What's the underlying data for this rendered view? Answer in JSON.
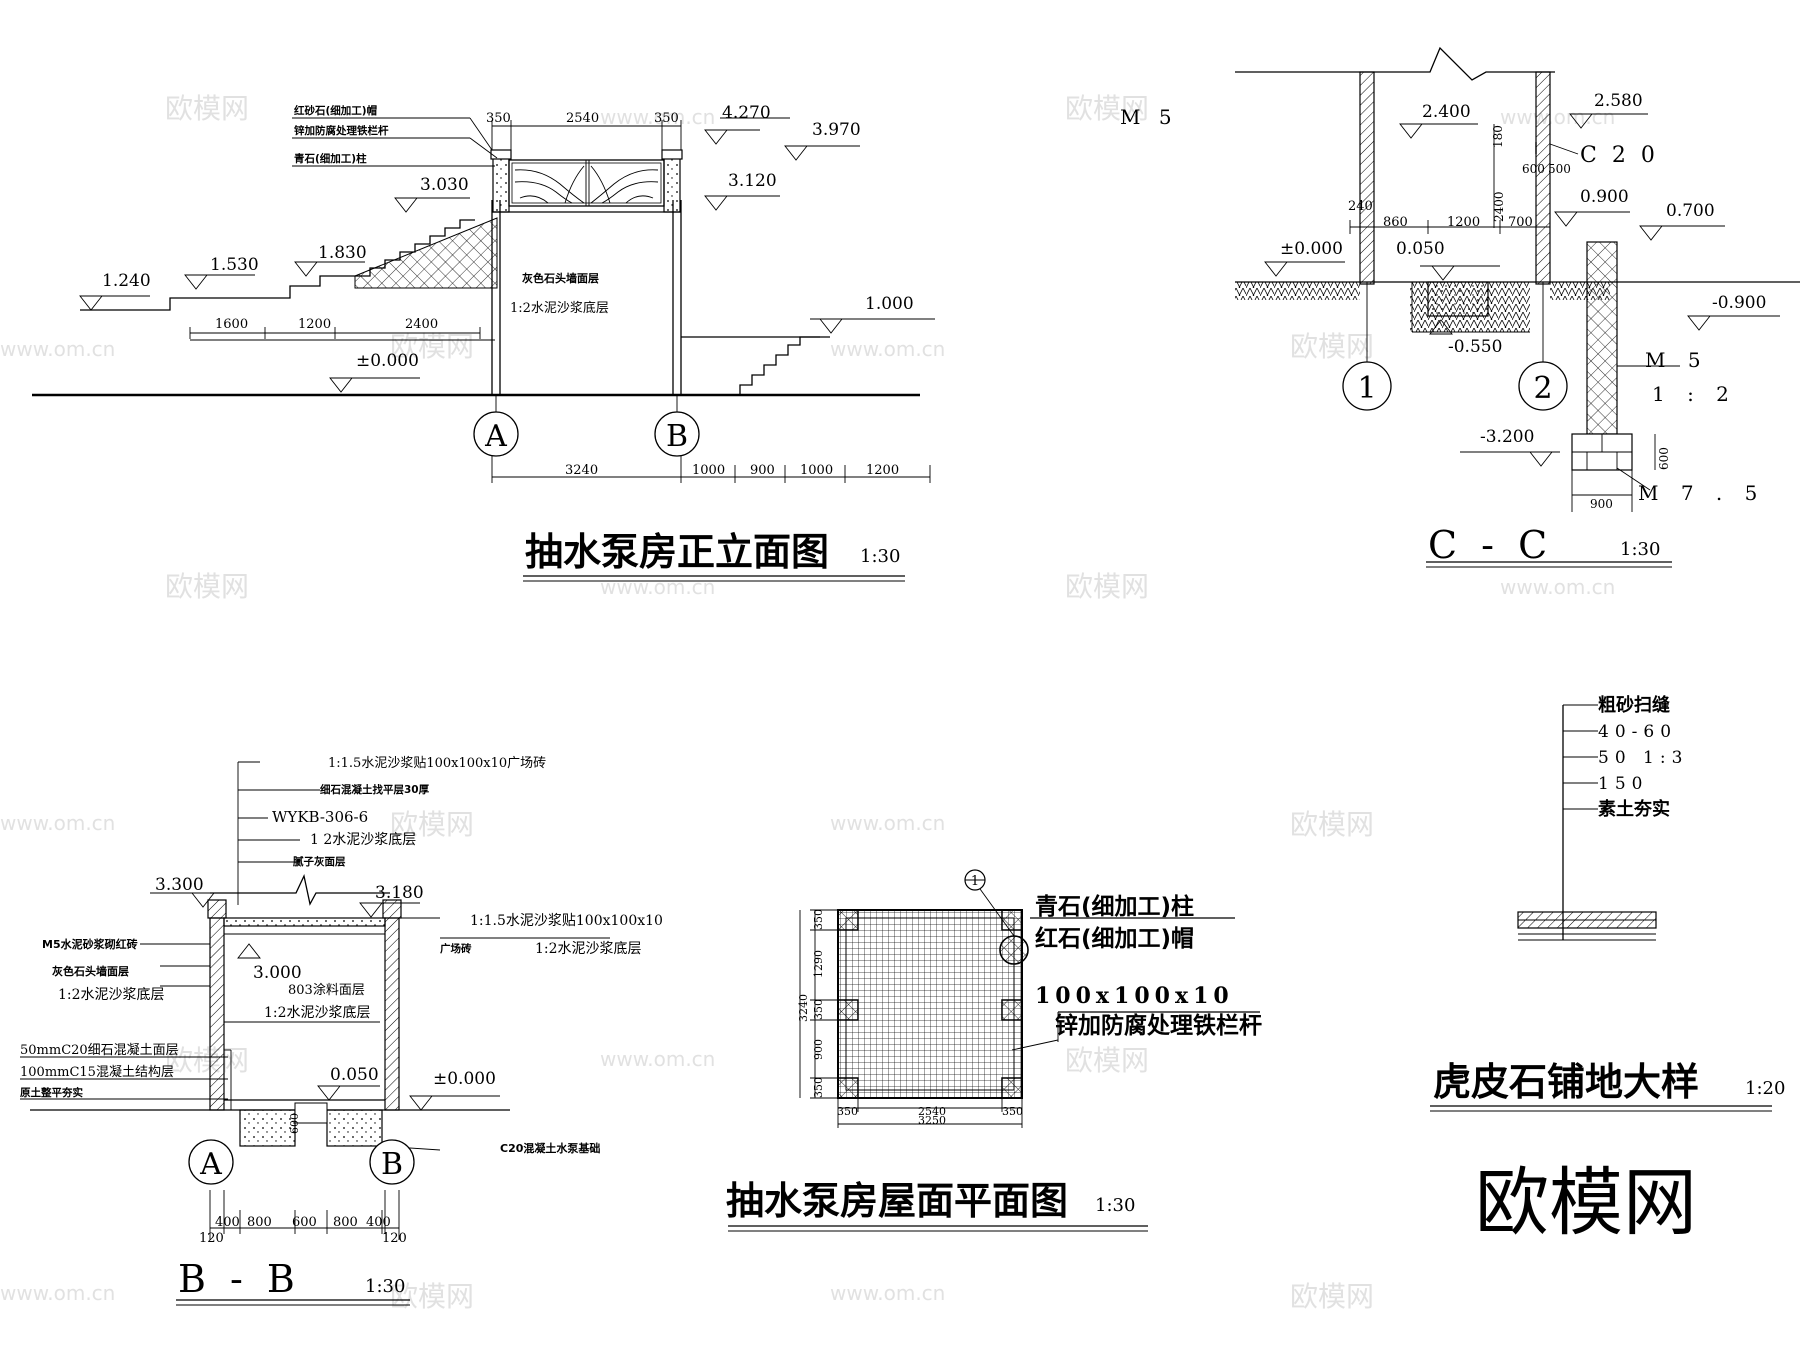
{
  "watermark": {
    "brand": "欧模网",
    "url": "www.om.cn"
  },
  "elevation": {
    "title": "抽水泵房正立面图",
    "scale": "1:30",
    "labels": {
      "cap": "红砂石(细加工)帽",
      "rail": "锌加防腐处理铁栏杆",
      "column": "青石(细加工)柱",
      "wall_face": "灰色石头墙面层",
      "wall_base": "1:2水泥沙浆底层",
      "mortar": "M 5"
    },
    "levels": [
      "4.270",
      "3.970",
      "3.120",
      "3.030",
      "1.830",
      "1.530",
      "1.240",
      "1.000",
      "±0.000"
    ],
    "top_dims": [
      "350",
      "2540",
      "350"
    ],
    "stair_dims": [
      "1600",
      "1200",
      "2400"
    ],
    "axes": [
      "A",
      "B"
    ],
    "bottom_dims": [
      "3240",
      "1000",
      "900",
      "1000",
      "1200"
    ]
  },
  "section_cc": {
    "title": "C - C",
    "scale": "1:30",
    "levels": [
      "2.400",
      "2.580",
      "0.900",
      "0.700",
      "±0.000",
      "0.050",
      "-0.550",
      "-0.900",
      "-3.200"
    ],
    "dims": [
      "240",
      "860",
      "1200",
      "700",
      "600",
      "500",
      "180",
      "2400",
      "600",
      "900"
    ],
    "labels": {
      "c20": "C 2 0",
      "m5": "M 5",
      "ratio": "1 : 2",
      "m75": "M 7 . 5"
    },
    "axes": [
      "1",
      "2"
    ]
  },
  "section_bb": {
    "title": "B - B",
    "scale": "1:30",
    "levels": [
      "3.300",
      "3.180",
      "3.000",
      "0.050",
      "±0.000"
    ],
    "roof_layers": [
      "1:1.5水泥沙浆贴100x100x10广场砖",
      "细石混凝土找平层30厚",
      "WYKB-306-6",
      "1 2水泥沙浆底层",
      "腻子灰面层"
    ],
    "right_labels": [
      "1:1.5水泥沙浆贴100x100x10",
      "广场砖",
      "1:2水泥沙浆底层"
    ],
    "left_labels": [
      "M5水泥砂浆砌红砖",
      "灰色石头墙面层",
      "1:2水泥沙浆底层",
      "50mmC20细石混凝土面层",
      "100mmC15混凝土结构层",
      "原土整平夯实"
    ],
    "inner_labels": [
      "803涂料面层",
      "1:2水泥沙浆底层"
    ],
    "foundation": "C20混凝土水泵基础",
    "dim_600": "600",
    "axes": [
      "A",
      "B"
    ],
    "bottom_dims": [
      "400",
      "800",
      "600",
      "800",
      "400"
    ],
    "edge_dims": [
      "120",
      "120"
    ]
  },
  "roof_plan": {
    "title": "抽水泵房屋面平面图",
    "scale": "1:30",
    "callout": "1",
    "labels": [
      "青石(细加工)柱",
      "红石(细加工)帽",
      "100x100x10",
      "锌加防腐处理铁栏杆"
    ],
    "side_dims": [
      "350",
      "1290",
      "350",
      "900",
      "350"
    ],
    "total_side": "3240",
    "bottom_dims": [
      "350",
      "2540",
      "350"
    ],
    "total_bottom": "3250"
  },
  "paving": {
    "title": "虎皮石铺地大样",
    "scale": "1:20",
    "layers": [
      "粗砂扫缝",
      "40-60",
      "50 1:3",
      "150",
      "素土夯实"
    ]
  },
  "logo": "欧模网"
}
